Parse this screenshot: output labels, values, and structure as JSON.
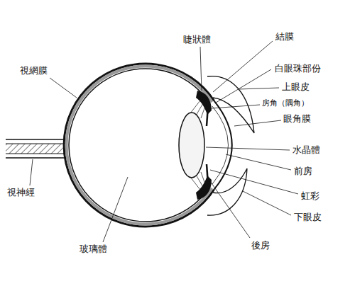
{
  "diagram": {
    "labels": [
      "視網膜",
      "睫狀體",
      "結膜",
      "白眼珠部份",
      "上眼皮",
      "房角（隅角）",
      "眼角膜",
      "水晶體",
      "前房",
      "虹彩",
      "下眼皮",
      "後房",
      "視神經",
      "玻璃體"
    ]
  }
}
